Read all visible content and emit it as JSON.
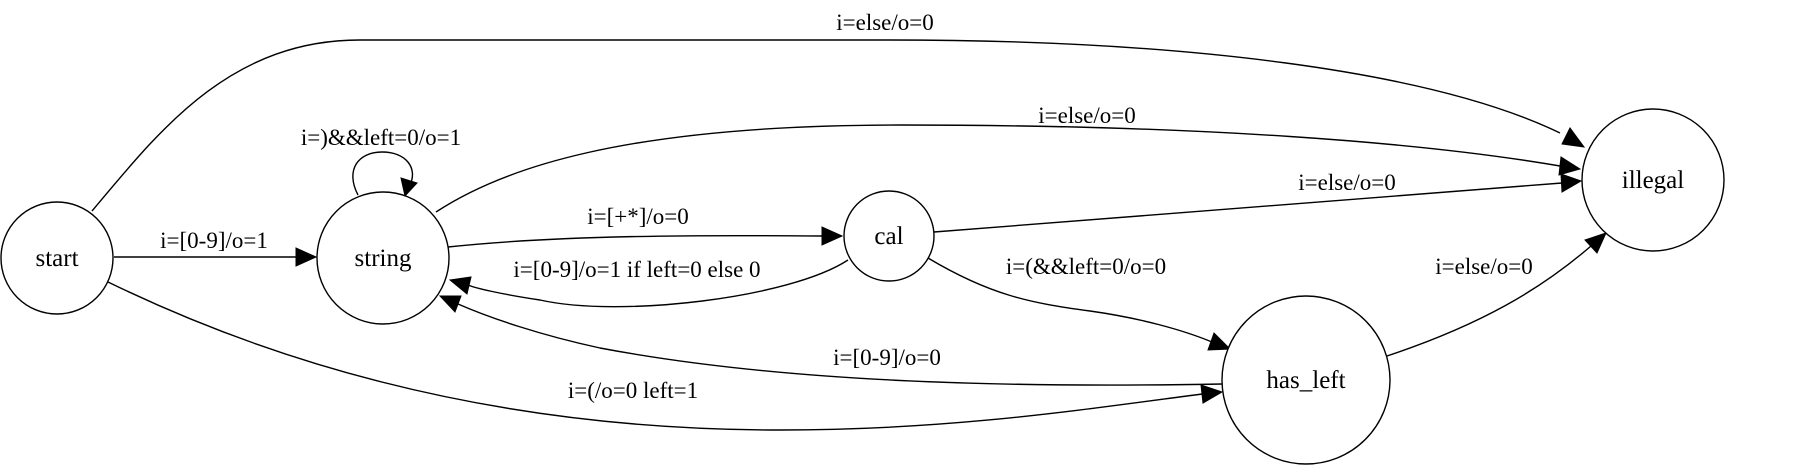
{
  "nodes": {
    "start": {
      "label": "start"
    },
    "string": {
      "label": "string"
    },
    "cal": {
      "label": "cal"
    },
    "has_left": {
      "label": "has_left"
    },
    "illegal": {
      "label": "illegal"
    }
  },
  "edges": {
    "start_illegal": {
      "from": "start",
      "to": "illegal",
      "label": "i=else/o=0"
    },
    "start_string": {
      "from": "start",
      "to": "string",
      "label": "i=[0-9]/o=1"
    },
    "start_has_left": {
      "from": "start",
      "to": "has_left",
      "label": "i=(/o=0 left=1"
    },
    "string_self": {
      "from": "string",
      "to": "string",
      "label": "i=)&&left=0/o=1"
    },
    "string_illegal": {
      "from": "string",
      "to": "illegal",
      "label": "i=else/o=0"
    },
    "string_cal": {
      "from": "string",
      "to": "cal",
      "label": "i=[+*]/o=0"
    },
    "cal_string": {
      "from": "cal",
      "to": "string",
      "label": "i=[0-9]/o=1 if left=0 else 0"
    },
    "cal_illegal": {
      "from": "cal",
      "to": "illegal",
      "label": "i=else/o=0"
    },
    "cal_has_left": {
      "from": "cal",
      "to": "has_left",
      "label": "i=(&&left=0/o=0"
    },
    "has_left_string": {
      "from": "has_left",
      "to": "string",
      "label": "i=[0-9]/o=0"
    },
    "has_left_illegal": {
      "from": "has_left",
      "to": "illegal",
      "label": "i=else/o=0"
    }
  }
}
